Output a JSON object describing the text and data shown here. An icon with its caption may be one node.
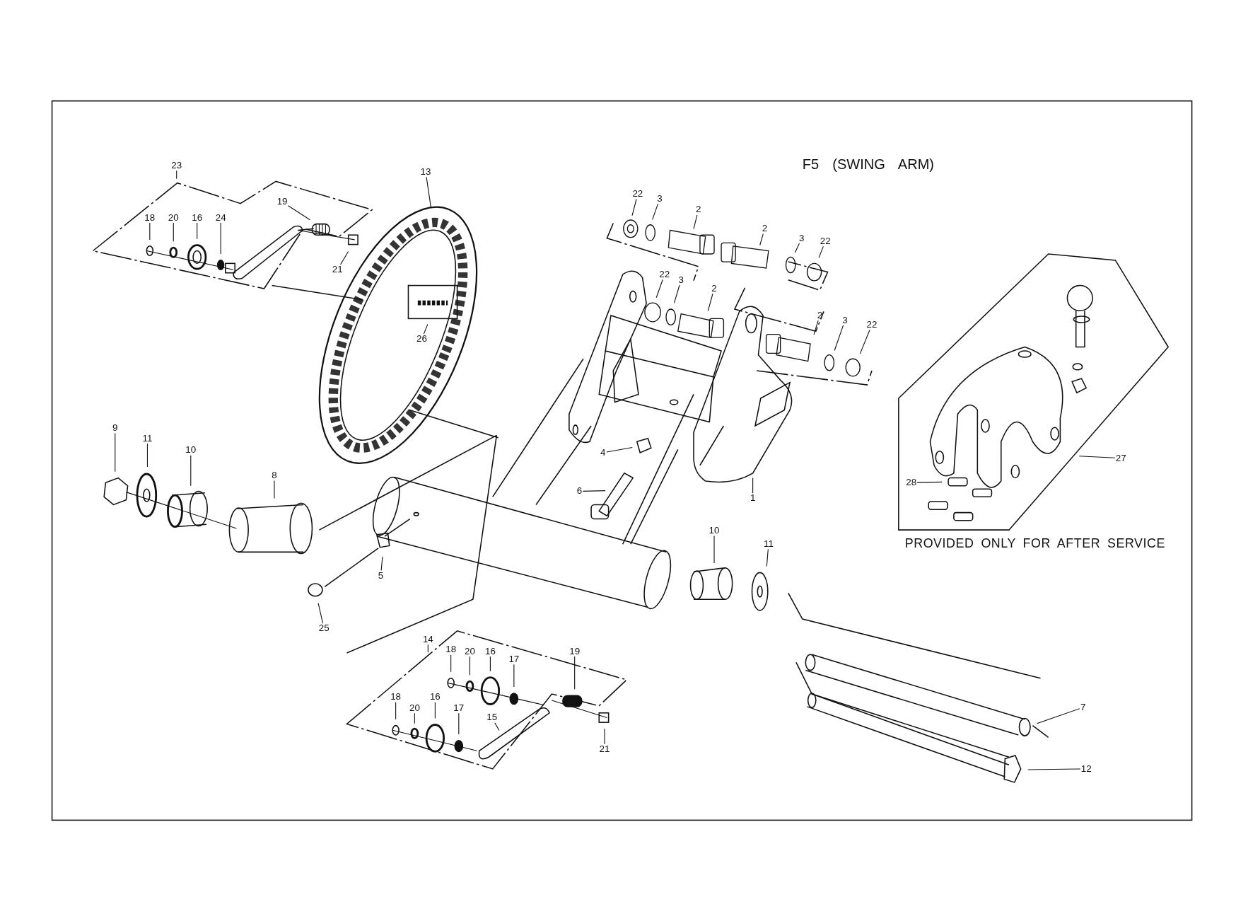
{
  "diagram": {
    "title": "F5 (SWING ARM)",
    "nodes": [
      {
        "text": [
          "23"
        ]
      },
      {
        "text": [
          "18"
        ]
      },
      {
        "text": [
          "20"
        ]
      },
      {
        "text": [
          "16"
        ]
      },
      {
        "text": [
          "24"
        ]
      },
      {
        "text": [
          "19"
        ]
      },
      {
        "text": [
          "21"
        ]
      },
      {
        "text": [
          "13"
        ]
      },
      {
        "text": [
          "26"
        ]
      },
      {
        "text": [
          "22"
        ]
      },
      {
        "text": [
          "3"
        ]
      },
      {
        "text": [
          "2"
        ]
      },
      {
        "text": [
          "2"
        ]
      },
      {
        "text": [
          "3"
        ]
      },
      {
        "text": [
          "22"
        ]
      },
      {
        "text": [
          "22"
        ]
      },
      {
        "text": [
          "3"
        ]
      },
      {
        "text": [
          "2"
        ]
      },
      {
        "text": [
          "2"
        ]
      },
      {
        "text": [
          "3"
        ]
      },
      {
        "text": [
          "22"
        ]
      },
      {
        "text": [
          "9"
        ]
      },
      {
        "text": [
          "11"
        ]
      },
      {
        "text": [
          "10"
        ]
      },
      {
        "text": [
          "8"
        ]
      },
      {
        "text": [
          "4"
        ]
      },
      {
        "text": [
          "6"
        ]
      },
      {
        "text": [
          "1"
        ]
      },
      {
        "text": [
          "5"
        ]
      },
      {
        "text": [
          "25"
        ]
      },
      {
        "text": [
          "10"
        ]
      },
      {
        "text": [
          "11"
        ]
      },
      {
        "text": [
          "27"
        ]
      },
      {
        "text": [
          "28"
        ]
      },
      {
        "text": [
          "14"
        ]
      },
      {
        "text": [
          "18"
        ]
      },
      {
        "text": [
          "20"
        ]
      },
      {
        "text": [
          "16"
        ]
      },
      {
        "text": [
          "17"
        ]
      },
      {
        "text": [
          "18"
        ]
      },
      {
        "text": [
          "20"
        ]
      },
      {
        "text": [
          "16"
        ]
      },
      {
        "text": [
          "17"
        ]
      },
      {
        "text": [
          "15"
        ]
      },
      {
        "text": [
          "19"
        ]
      },
      {
        "text": [
          "21"
        ]
      },
      {
        "text": [
          "7"
        ]
      },
      {
        "text": [
          "12"
        ]
      }
    ],
    "edges": [
      {
        "from": 0,
        "to": null,
        "arrow": "none"
      },
      {
        "from": 1,
        "to": null,
        "arrow": "none"
      },
      {
        "from": 2,
        "to": null,
        "arrow": "none"
      },
      {
        "from": 3,
        "to": null,
        "arrow": "none"
      },
      {
        "from": 4,
        "to": null,
        "arrow": "none"
      },
      {
        "from": 5,
        "to": null,
        "arrow": "none"
      },
      {
        "from": 6,
        "to": null,
        "arrow": "none"
      },
      {
        "from": 7,
        "to": null,
        "arrow": "none"
      },
      {
        "from": 8,
        "to": null,
        "arrow": "none"
      },
      {
        "from": 9,
        "to": null,
        "arrow": "none"
      },
      {
        "from": 10,
        "to": null,
        "arrow": "none"
      },
      {
        "from": 11,
        "to": null,
        "arrow": "none"
      },
      {
        "from": 12,
        "to": null,
        "arrow": "none"
      },
      {
        "from": 13,
        "to": null,
        "arrow": "none"
      },
      {
        "from": 14,
        "to": null,
        "arrow": "none"
      },
      {
        "from": 15,
        "to": null,
        "arrow": "none"
      },
      {
        "from": 16,
        "to": null,
        "arrow": "none"
      },
      {
        "from": 17,
        "to": null,
        "arrow": "none"
      },
      {
        "from": 18,
        "to": null,
        "arrow": "none"
      },
      {
        "from": 19,
        "to": null,
        "arrow": "none"
      },
      {
        "from": 20,
        "to": null,
        "arrow": "none"
      },
      {
        "from": 21,
        "to": null,
        "arrow": "none"
      },
      {
        "from": 22,
        "to": null,
        "arrow": "none"
      },
      {
        "from": 23,
        "to": null,
        "arrow": "none"
      },
      {
        "from": 24,
        "to": null,
        "arrow": "none"
      },
      {
        "from": 25,
        "to": null,
        "arrow": "none"
      },
      {
        "from": 26,
        "to": null,
        "arrow": "none"
      },
      {
        "from": 27,
        "to": null,
        "arrow": "none"
      },
      {
        "from": 28,
        "to": null,
        "arrow": "none"
      },
      {
        "from": 29,
        "to": null,
        "arrow": "none"
      },
      {
        "from": 30,
        "to": null,
        "arrow": "none"
      },
      {
        "from": 31,
        "to": null,
        "arrow": "none"
      },
      {
        "from": 32,
        "to": null,
        "arrow": "none"
      },
      {
        "from": 33,
        "to": null,
        "arrow": "none"
      },
      {
        "from": 34,
        "to": null,
        "arrow": "none"
      },
      {
        "from": 35,
        "to": null,
        "arrow": "none"
      },
      {
        "from": 36,
        "to": null,
        "arrow": "none"
      },
      {
        "from": 37,
        "to": null,
        "arrow": "none"
      },
      {
        "from": 38,
        "to": null,
        "arrow": "none"
      },
      {
        "from": 39,
        "to": null,
        "arrow": "none"
      },
      {
        "from": 40,
        "to": null,
        "arrow": "none"
      },
      {
        "from": 41,
        "to": null,
        "arrow": "none"
      },
      {
        "from": 42,
        "to": null,
        "arrow": "none"
      },
      {
        "from": 43,
        "to": null,
        "arrow": "none"
      },
      {
        "from": 44,
        "to": null,
        "arrow": "none"
      },
      {
        "from": 45,
        "to": null,
        "arrow": "none"
      },
      {
        "from": 46,
        "to": null,
        "arrow": "none"
      },
      {
        "from": 47,
        "to": null,
        "arrow": "none"
      }
    ],
    "labels": [
      "PROVIDED ONLY FOR AFTER SERVICE"
    ]
  }
}
